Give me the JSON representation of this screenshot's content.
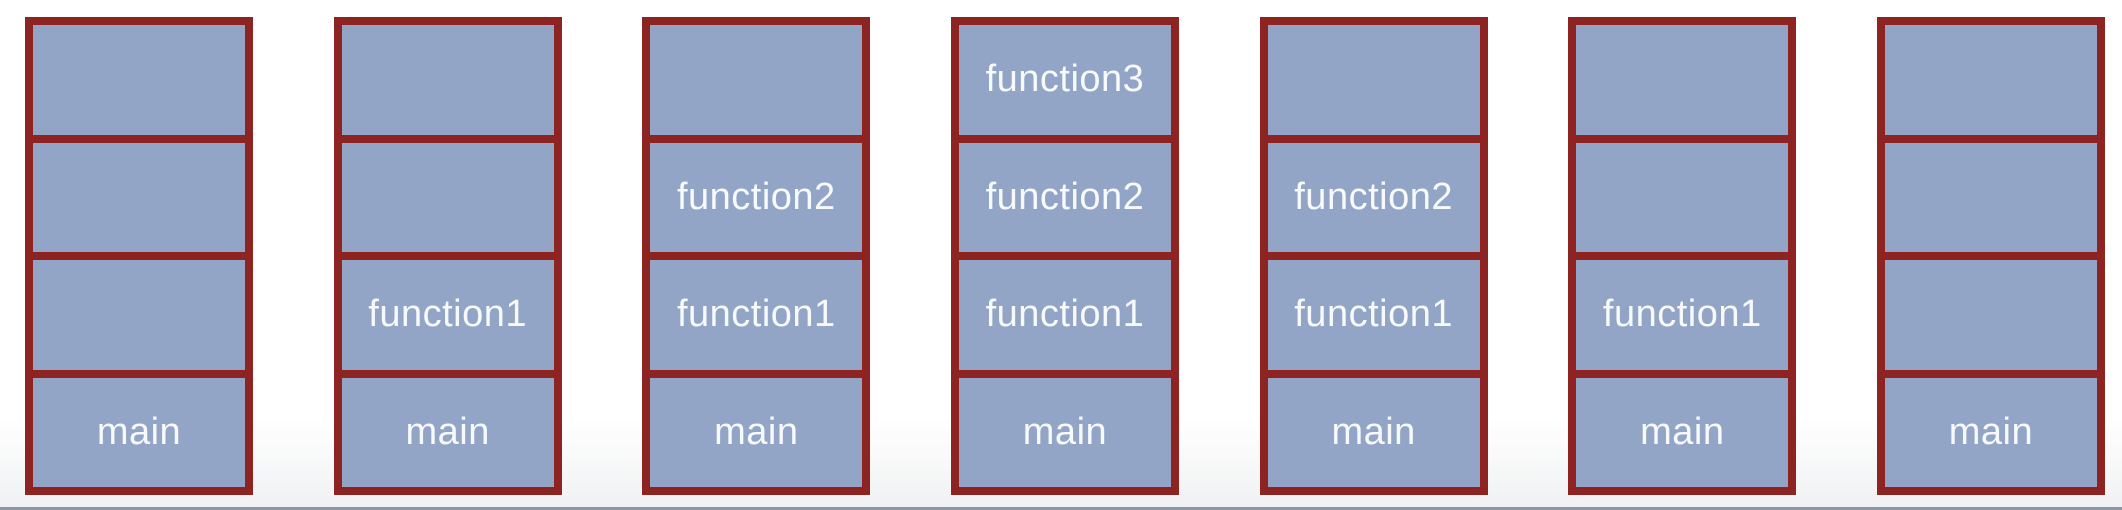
{
  "colors": {
    "frame_border": "#8e2421",
    "cell_fill": "#92a5c6",
    "label_text": "#f7f9fb",
    "bottom_edge_line": "#8c96a0",
    "background": "#ffffff"
  },
  "stacks": [
    {
      "cells": [
        "",
        "",
        "",
        "main"
      ]
    },
    {
      "cells": [
        "",
        "",
        "function1",
        "main"
      ]
    },
    {
      "cells": [
        "",
        "function2",
        "function1",
        "main"
      ]
    },
    {
      "cells": [
        "function3",
        "function2",
        "function1",
        "main"
      ]
    },
    {
      "cells": [
        "",
        "function2",
        "function1",
        "main"
      ]
    },
    {
      "cells": [
        "",
        "",
        "function1",
        "main"
      ]
    },
    {
      "cells": [
        "",
        "",
        "",
        "main"
      ]
    }
  ]
}
